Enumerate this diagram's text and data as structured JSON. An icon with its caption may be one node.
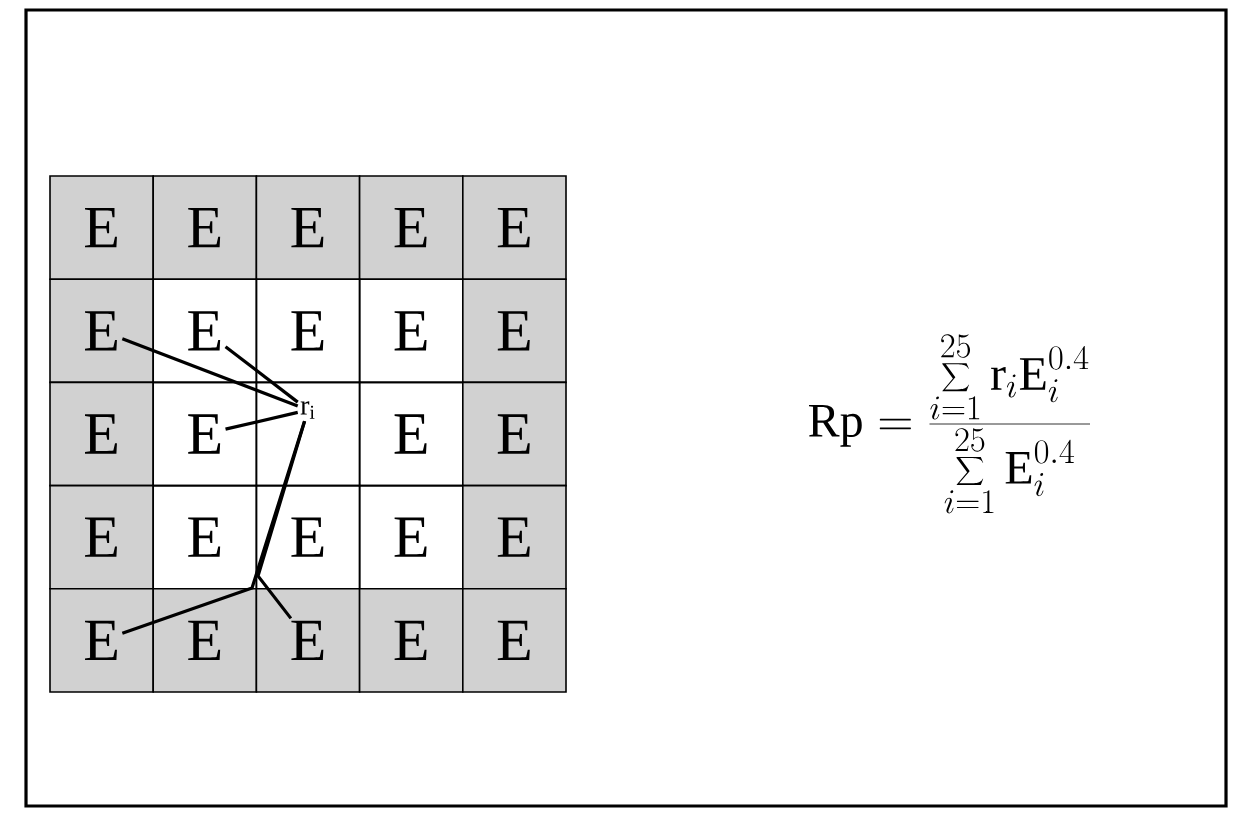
{
  "diagram": {
    "nodes": [
      {
        "text": [
          "E"
        ]
      },
      {
        "text": [
          "E"
        ]
      },
      {
        "text": [
          "E"
        ]
      },
      {
        "text": [
          "E"
        ]
      },
      {
        "text": [
          "E"
        ]
      },
      {
        "text": [
          "E"
        ]
      },
      {
        "text": [
          "E"
        ]
      },
      {
        "text": [
          "E"
        ]
      },
      {
        "text": [
          "E"
        ]
      },
      {
        "text": [
          "E"
        ]
      },
      {
        "text": [
          "E"
        ]
      },
      {
        "text": [
          "E"
        ]
      },
      {
        "text": [
          "r$_{i}$"
        ]
      },
      {
        "text": [
          "E"
        ]
      },
      {
        "text": [
          "E"
        ]
      },
      {
        "text": [
          "E"
        ]
      },
      {
        "text": [
          "E"
        ]
      },
      {
        "text": [
          "E"
        ]
      },
      {
        "text": [
          "E"
        ]
      },
      {
        "text": [
          "E"
        ]
      },
      {
        "text": [
          "E"
        ]
      },
      {
        "text": [
          "E"
        ]
      },
      {
        "text": [
          "E"
        ]
      },
      {
        "text": [
          "E"
        ]
      },
      {
        "text": [
          "E"
        ]
      }
    ],
    "edges": [
      {
        "from": 12,
        "to": 5,
        "arrow": "none"
      },
      {
        "from": 12,
        "to": 6,
        "arrow": "none"
      },
      {
        "from": 12,
        "to": 11,
        "arrow": "none"
      },
      {
        "from": 12,
        "to": 20,
        "arrow": "none"
      },
      {
        "from": 12,
        "to": 22,
        "arrow": "none"
      }
    ],
    "labels": [
      "\\mathrm{Rp} = \\frac{\\displaystyle\\sum_{i=1}^{25} \\mathrm{r}_i \\mathrm{E}_i^{0.4}}{\\displaystyle\\sum_{i=1}^{25} \\mathrm{E}_i^{0.4}}"
    ]
  }
}
